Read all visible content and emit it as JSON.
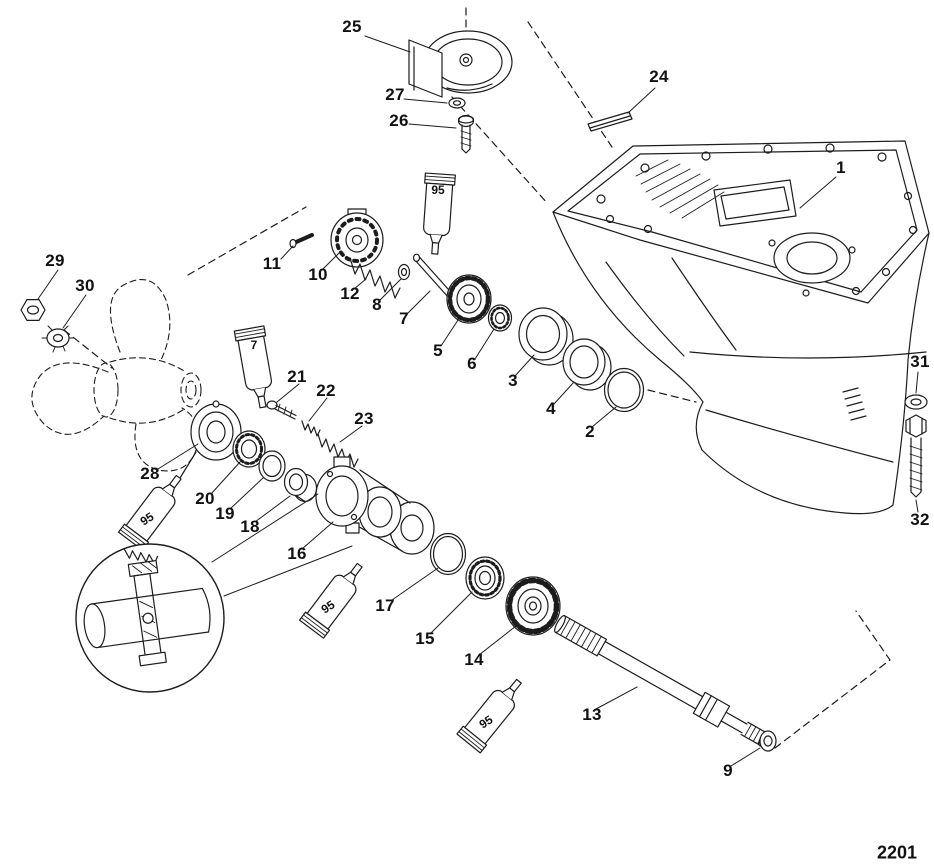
{
  "page": {
    "code": "2201"
  },
  "tube_labels": {
    "lube95": "95",
    "lube7": "7"
  },
  "callouts": {
    "p1": "1",
    "p2": "2",
    "p3": "3",
    "p4": "4",
    "p5": "5",
    "p6": "6",
    "p7": "7",
    "p8": "8",
    "p9": "9",
    "p10": "10",
    "p11": "11",
    "p12": "12",
    "p13": "13",
    "p14": "14",
    "p15": "15",
    "p16": "16",
    "p17": "17",
    "p18": "18",
    "p19": "19",
    "p20": "20",
    "p21": "21",
    "p22": "22",
    "p23": "23",
    "p24": "24",
    "p25": "25",
    "p26": "26",
    "p27": "27",
    "p28": "28",
    "p29": "29",
    "p30": "30",
    "p31": "31",
    "p32": "32"
  }
}
